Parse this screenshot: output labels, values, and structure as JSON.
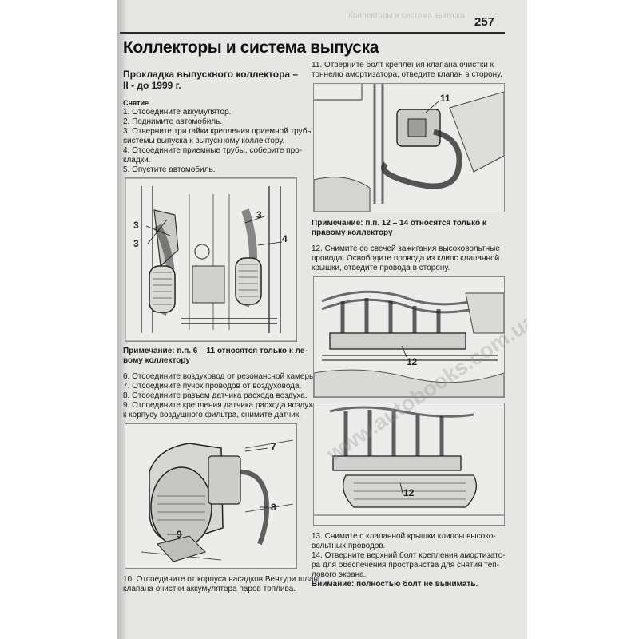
{
  "header": {
    "page_number": "257",
    "running_title": "Коллекторы и система выпуска"
  },
  "title": "Коллекторы и система выпуска",
  "left": {
    "section_title": [
      "Прокладка выпускного коллектора –",
      "II - до 1999 г."
    ],
    "removal_heading": "Снятие",
    "removal_steps": [
      "1. Отсоедините аккумулятор.",
      "2. Поднимите автомобиль.",
      "3. Отверните три гайки крепления приемной трубы",
      "системы выпуска к выпускному коллектору.",
      "4. Отсоедините приемные трубы, соберите про-",
      "кладки.",
      "5. Опустите автомобиль."
    ],
    "fig1_labels": [
      "3",
      "3",
      "3",
      "4"
    ],
    "note": [
      "Примечание: п.п. 6 – 11 относятся только к ле-",
      "вому коллектору"
    ],
    "steps_b": [
      "6. Отсоедините воздуховод от резонансной камеры.",
      "7. Отсоедините пучок проводов от воздуховода.",
      "8. Отсоедините разъем датчика расхода воздуха.",
      "9. Отсоедините крепления датчика расхода воздуха",
      "к корпусу воздушного фильтра, снимите датчик."
    ],
    "fig2_labels": [
      "7",
      "8",
      "9"
    ],
    "step10": [
      "10. Отсоедините от корпуса насадков Вентури шланг",
      "клапана очистки аккумулятора паров топлива."
    ]
  },
  "right": {
    "step11": [
      "11. Отверните болт крепления клапана очистки к",
      "тоннелю амортизатора, отведите клапан в сторону."
    ],
    "fig3_label": "11",
    "note2": [
      "Примечание: п.п. 12 – 14 относятся только к",
      "правому коллектору"
    ],
    "step12": [
      "12. Снимите со свечей зажигания высоковольтные",
      "провода. Освободите провода из клипс клапанной",
      "крышки, отведите провода в сторону."
    ],
    "fig4_label": "12",
    "fig5_label": "12",
    "step13": [
      "13. Снимите с клапанной крышки клипсы высоко-",
      "вольтных проводов."
    ],
    "step14": [
      "14. Отверните верхний болт крепления амортизато-",
      "ра для обеспечения пространства для снятия теп-",
      "лового экрана."
    ],
    "warning": "Внимание: полностью болт не вынимать."
  },
  "watermark": "www.autobooks.com.ua"
}
